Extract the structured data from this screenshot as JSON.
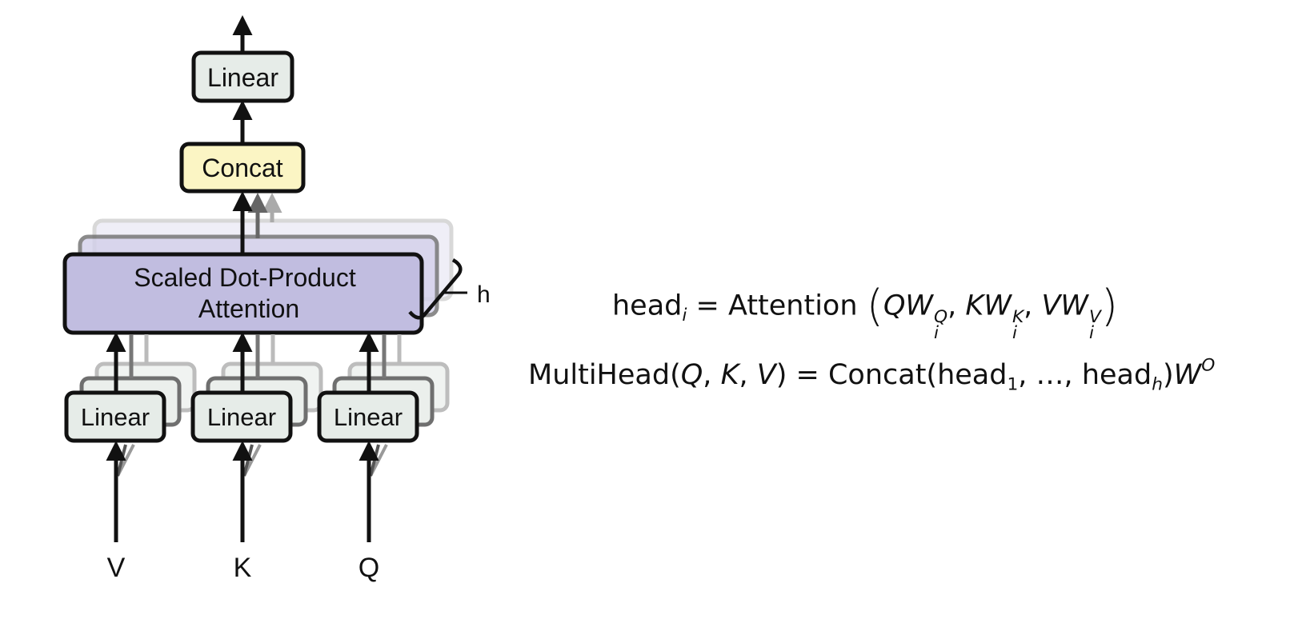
{
  "diagram": {
    "output_linear": "Linear",
    "concat": "Concat",
    "attention_line1": "Scaled Dot-Product",
    "attention_line2": "Attention",
    "heads_label": "h",
    "input_linears": [
      "Linear",
      "Linear",
      "Linear"
    ],
    "inputs": [
      "V",
      "K",
      "Q"
    ],
    "colors": {
      "linear_fill": "#e6ece8",
      "concat_fill": "#fbf5c4",
      "attention_fill": "#c1bde0",
      "stroke": "#111111"
    }
  },
  "equations": {
    "eq1": {
      "head": "head",
      "head_sub": "i",
      "equals": " = ",
      "func": "Attention",
      "open": "(",
      "q": "Q",
      "k": "K",
      "v": "V",
      "w": "W",
      "i": "i",
      "sep": ", ",
      "close": ")"
    },
    "eq2": {
      "func": "MultiHead",
      "open": "(",
      "q": "Q",
      "k": "K",
      "v": "V",
      "sep": ", ",
      "close": ")",
      "equals": " = ",
      "concat": "Concat",
      "head": "head",
      "sub1": "1",
      "dots": "…",
      "subh": "h",
      "w": "W",
      "o": "O"
    }
  }
}
